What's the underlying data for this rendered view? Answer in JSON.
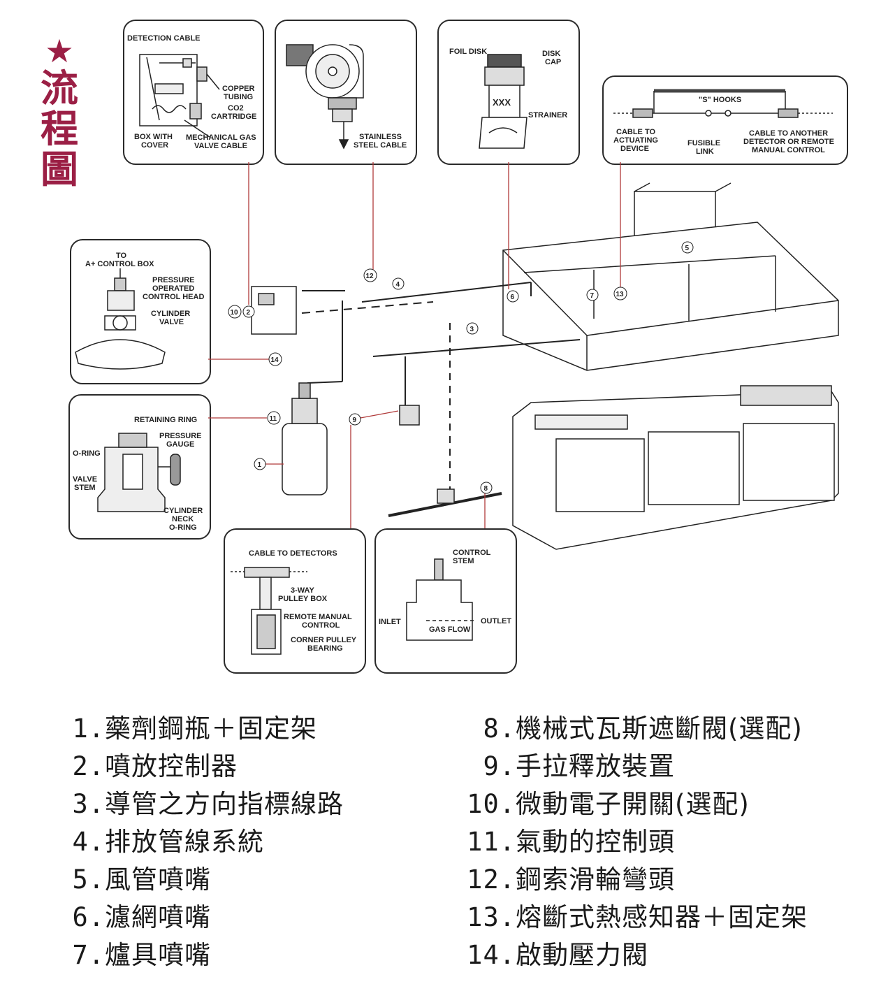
{
  "title": {
    "star": "★",
    "text": "流程圖"
  },
  "panels": {
    "detection": {
      "detection_cable": "DETECTION CABLE",
      "copper_tubing_1": "COPPER",
      "copper_tubing_2": "TUBING",
      "co2_1": "CO2",
      "co2_2": "CARTRIDGE",
      "box_cover_1": "BOX WITH",
      "box_cover_2": "COVER",
      "mech_gas_1": "MECHANICAL GAS",
      "mech_gas_2": "VALVE CABLE"
    },
    "pulley": {
      "stainless_1": "STAINLESS",
      "stainless_2": "STEEL CABLE"
    },
    "nozzle": {
      "foil_disk": "FOIL DISK",
      "disk_cap_1": "DISK",
      "disk_cap_2": "CAP",
      "xxx": "XXX",
      "strainer": "STRAINER"
    },
    "fusible": {
      "s_hooks": "\"S\" HOOKS",
      "cable_actuating_1": "CABLE TO",
      "cable_actuating_2": "ACTUATING",
      "cable_actuating_3": "DEVICE",
      "fusible_1": "FUSIBLE",
      "fusible_2": "LINK",
      "cable_another_1": "CABLE TO ANOTHER",
      "cable_another_2": "DETECTOR OR REMOTE",
      "cable_another_3": "MANUAL CONTROL"
    },
    "cylinder": {
      "to_1": "TO",
      "to_2": "A+ CONTROL BOX",
      "pressure_1": "PRESSURE",
      "pressure_2": "OPERATED",
      "pressure_3": "CONTROL HEAD",
      "cyl_valve_1": "CYLINDER",
      "cyl_valve_2": "VALVE"
    },
    "valve": {
      "retaining": "RETAINING RING",
      "pressure_1": "PRESSURE",
      "pressure_2": "GAUGE",
      "oring": "O-RING",
      "valve_stem_1": "VALVE",
      "valve_stem_2": "STEM",
      "neck_1": "CYLINDER",
      "neck_2": "NECK",
      "neck_3": "O-RING"
    },
    "manual": {
      "cable_detectors": "CABLE TO DETECTORS",
      "threeway_1": "3-WAY",
      "threeway_2": "PULLEY BOX",
      "remote_1": "REMOTE MANUAL",
      "remote_2": "CONTROL",
      "corner_1": "CORNER PULLEY",
      "corner_2": "BEARING"
    },
    "gasvalve": {
      "control_1": "CONTROL",
      "control_2": "STEM",
      "inlet": "INLET",
      "outlet": "OUTLET",
      "gas_flow": "GAS FLOW"
    }
  },
  "callouts": {
    "n1": "1",
    "n2": "2",
    "n3": "3",
    "n4": "4",
    "n5": "5",
    "n6": "6",
    "n7": "7",
    "n8": "8",
    "n9": "9",
    "n10": "10",
    "n11": "11",
    "n12": "12",
    "n13": "13",
    "n14": "14"
  },
  "legend_left": [
    {
      "no": "1.",
      "text": "藥劑鋼瓶＋固定架"
    },
    {
      "no": "2.",
      "text": "噴放控制器"
    },
    {
      "no": "3.",
      "text": "導管之方向指標線路"
    },
    {
      "no": "4.",
      "text": "排放管線系統"
    },
    {
      "no": "5.",
      "text": "風管噴嘴"
    },
    {
      "no": "6.",
      "text": "濾網噴嘴"
    },
    {
      "no": "7.",
      "text": "爐具噴嘴"
    }
  ],
  "legend_right": [
    {
      "no": "8.",
      "text": "機械式瓦斯遮斷閥(選配)"
    },
    {
      "no": "9.",
      "text": "手拉釋放裝置"
    },
    {
      "no": "10.",
      "text": "微動電子開關(選配)"
    },
    {
      "no": "11.",
      "text": "氣動的控制頭"
    },
    {
      "no": "12.",
      "text": "鋼索滑輪彎頭"
    },
    {
      "no": "13.",
      "text": "熔斷式熱感知器＋固定架"
    },
    {
      "no": "14.",
      "text": "啟動壓力閥"
    }
  ],
  "colors": {
    "title": "#9b1f45",
    "leader": "#b03a3a",
    "ink": "#1a1a1a"
  }
}
